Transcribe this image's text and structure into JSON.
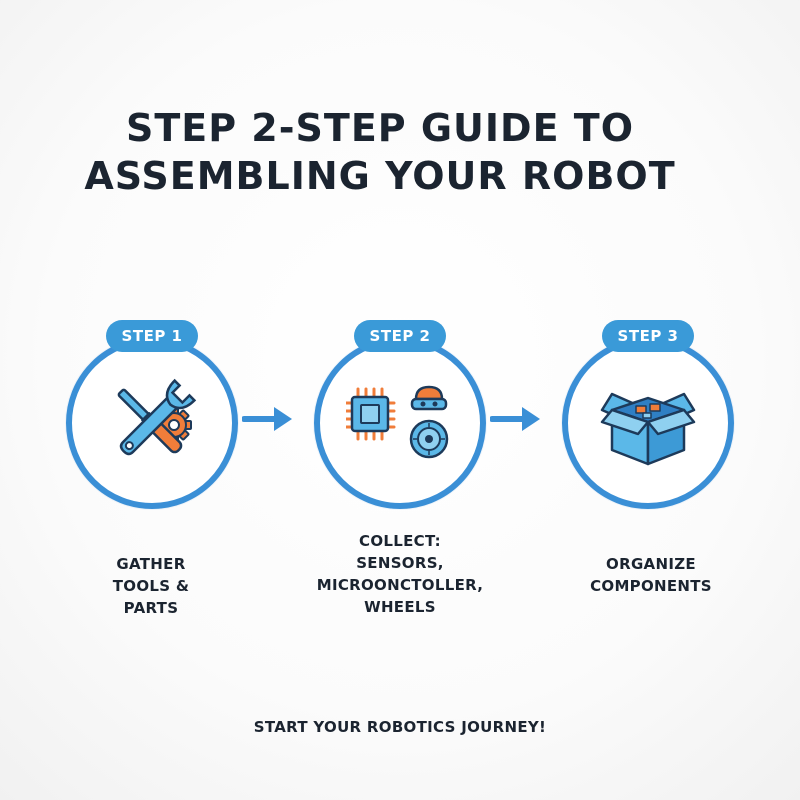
{
  "title": {
    "line1": "STEP 2-STEP GUIDE TO",
    "line2": "ASSEMBLING YOUR ROBOT"
  },
  "steps": [
    {
      "badge": "STEP 1",
      "lines": [
        "GATHER",
        "TOOLS & PARTS"
      ],
      "icon": "wrench-screwdriver-gear-icon"
    },
    {
      "badge": "STEP 2",
      "lines": [
        "COLLECT:",
        "SENSORS,",
        "MICROONCTOLLER,",
        "WHEELS"
      ],
      "icon": "chip-sensor-wheel-icon"
    },
    {
      "badge": "STEP 3",
      "lines": [
        "ORGANIZE",
        "COMPONENTS"
      ],
      "icon": "open-box-icon"
    }
  ],
  "footer": "START YOUR ROBOTICS JOURNEY!",
  "colors": {
    "ring": "#3a8fd6",
    "badge": "#3a9ad8",
    "icon_blue": "#5bb8e8",
    "icon_outline": "#1d3a5a",
    "icon_orange": "#f07d3a",
    "text": "#1b2430"
  }
}
